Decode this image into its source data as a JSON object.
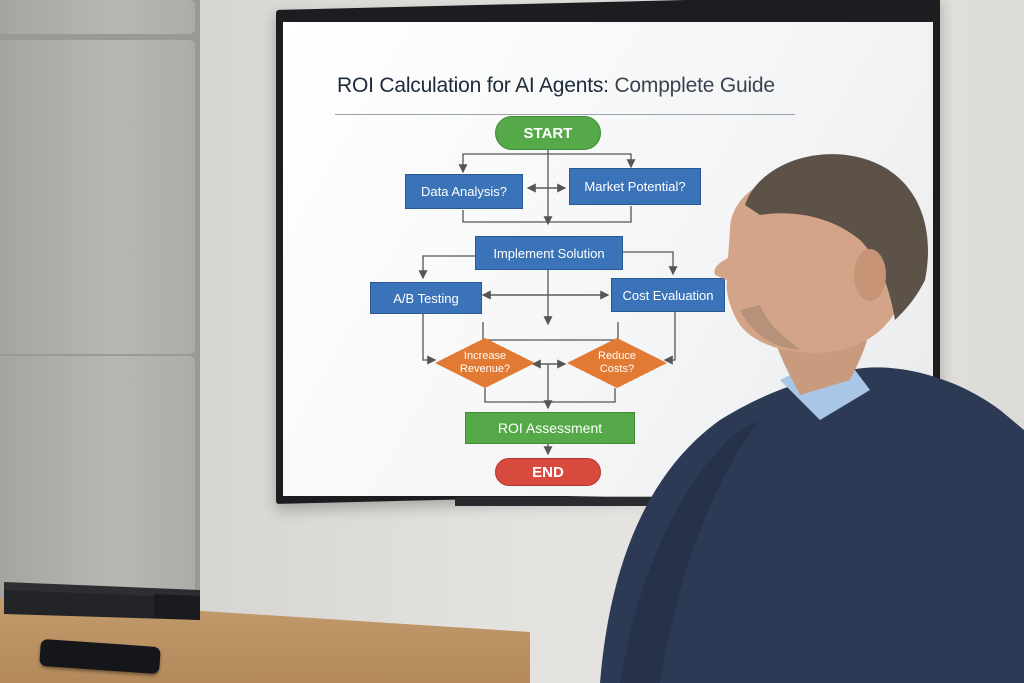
{
  "diagram": {
    "title_main": "ROI Calculation for AI Agents:",
    "title_rest": "Compplete Guide",
    "start": "START",
    "data_analysis": "Data Analysis?",
    "market_potential": "Market Potential?",
    "implement_solution": "Implement Solution",
    "ab_testing": "A/B Testing",
    "cost_evaluation": "Cost Evaluation",
    "increase_revenue": "Increase\nRevenue?",
    "reduce_costs": "Reduce\nCosts?",
    "roi_assessment": "ROI Assessment",
    "end": "END"
  },
  "colors": {
    "process_blue": "#3b73b9",
    "decision_orange": "#e37a33",
    "start_green": "#56a949",
    "end_red": "#d94a3e"
  }
}
